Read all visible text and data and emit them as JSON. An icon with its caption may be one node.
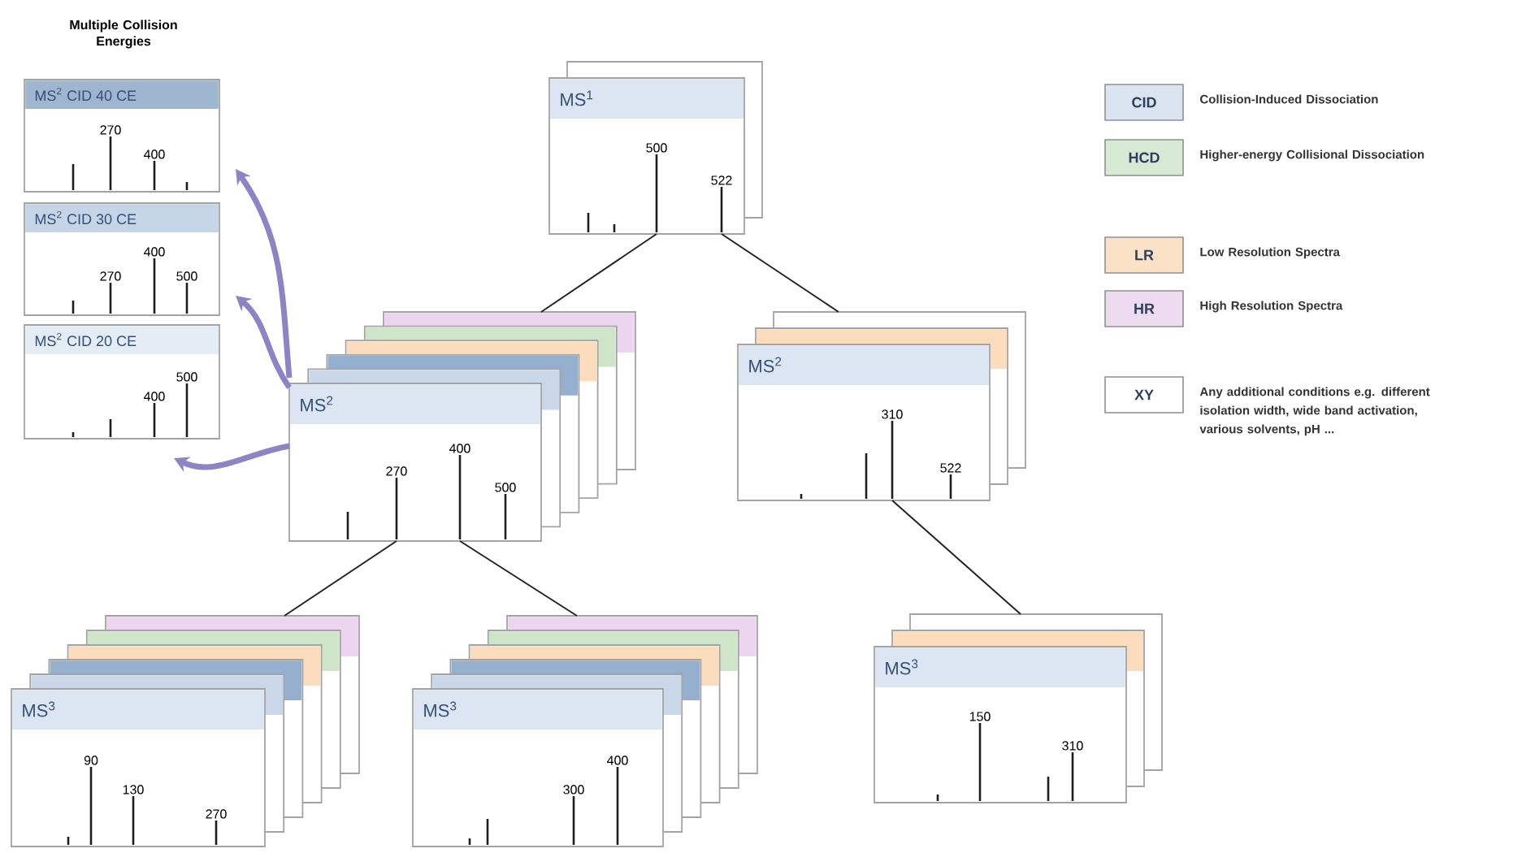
{
  "diagram": {
    "nodes": [
      {
        "text": [
          "MS$^{1}$",
          "500",
          "522"
        ]
      },
      {
        "text": [
          "MS$^{2}$ CID 40 CE",
          "270",
          "400"
        ]
      },
      {
        "text": [
          "MS$^{2}$ CID 30 CE",
          "270",
          "400",
          "500"
        ]
      },
      {
        "text": [
          "MS$^{2}$ CID 20 CE",
          "400",
          "500"
        ]
      },
      {
        "text": [
          "MS$^{2}$",
          "270",
          "400",
          "500"
        ]
      },
      {
        "text": [
          "MS$^{2}$",
          "310",
          "522"
        ]
      },
      {
        "text": [
          "MS$^{3}$",
          "90",
          "130",
          "270"
        ]
      },
      {
        "text": [
          "MS$^{3}$",
          "300",
          "400"
        ]
      },
      {
        "text": [
          "MS$^{3}$",
          "150",
          "310"
        ]
      }
    ],
    "edges": [
      {
        "from": 0,
        "to": 4,
        "arrow": "none"
      },
      {
        "from": 0,
        "to": 5,
        "arrow": "none"
      },
      {
        "from": 4,
        "to": 6,
        "arrow": "none"
      },
      {
        "from": 4,
        "to": 7,
        "arrow": "none"
      },
      {
        "from": 5,
        "to": 8,
        "arrow": "none"
      },
      {
        "from": 4,
        "to": 1,
        "arrow": "to",
        "style": "thick",
        "color": "#8c84c4"
      },
      {
        "from": 4,
        "to": 2,
        "arrow": "to",
        "style": "thick",
        "color": "#8c84c4"
      },
      {
        "from": 4,
        "to": 3,
        "arrow": "to",
        "style": "thick",
        "color": "#8c84c4"
      }
    ],
    "labels": [
      "Multiple Collision Energies",
      "CID",
      "HCD",
      "LR",
      "HR",
      "XY"
    ],
    "legend": [
      {
        "text": "Collision-Induced Dissociation",
        "color": "#dbe5f1"
      },
      {
        "text": "Higher-energy Collisional Dissociation",
        "color": "#d7ead3"
      },
      {
        "text": "Low Resolution Spectra",
        "color": "#fbe1c6"
      },
      {
        "text": "High Resolution Spectra",
        "color": "#eddcf0"
      },
      {
        "text": "Any additional conditions e.g. different isolation width, wide band activation, various solvents, pH ..."
      }
    ]
  }
}
